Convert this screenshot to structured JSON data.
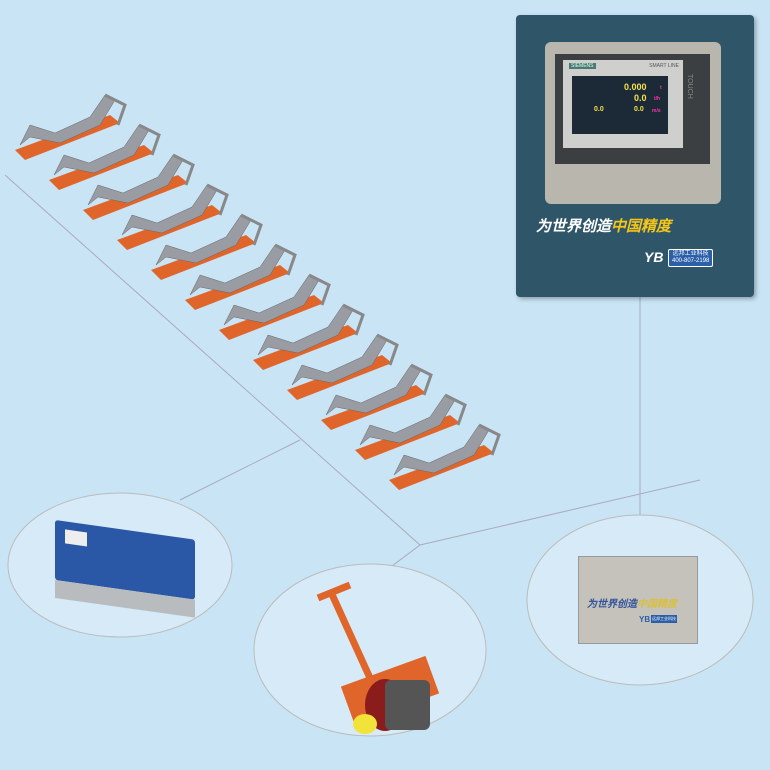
{
  "controller": {
    "brand": "SIEMENS",
    "model": "SMART LINE",
    "touch": "TOUCH",
    "total": "0.000",
    "total_unit": "t",
    "flow": "0.0",
    "flow_unit": "t/h",
    "load": "0.0",
    "speed": "0.0",
    "speed_unit": "m/s"
  },
  "slogan": {
    "part1": "为世界创造",
    "part2": "中国精度"
  },
  "logo": {
    "mark": "YB",
    "company": "远邦工业科技",
    "phone": "400-807-2198"
  },
  "idler_count": 12,
  "colors": {
    "background": "#c9e4f5",
    "cabinet": "#2f5568",
    "frame": "#e0652a",
    "roller": "#9a9ca3"
  }
}
